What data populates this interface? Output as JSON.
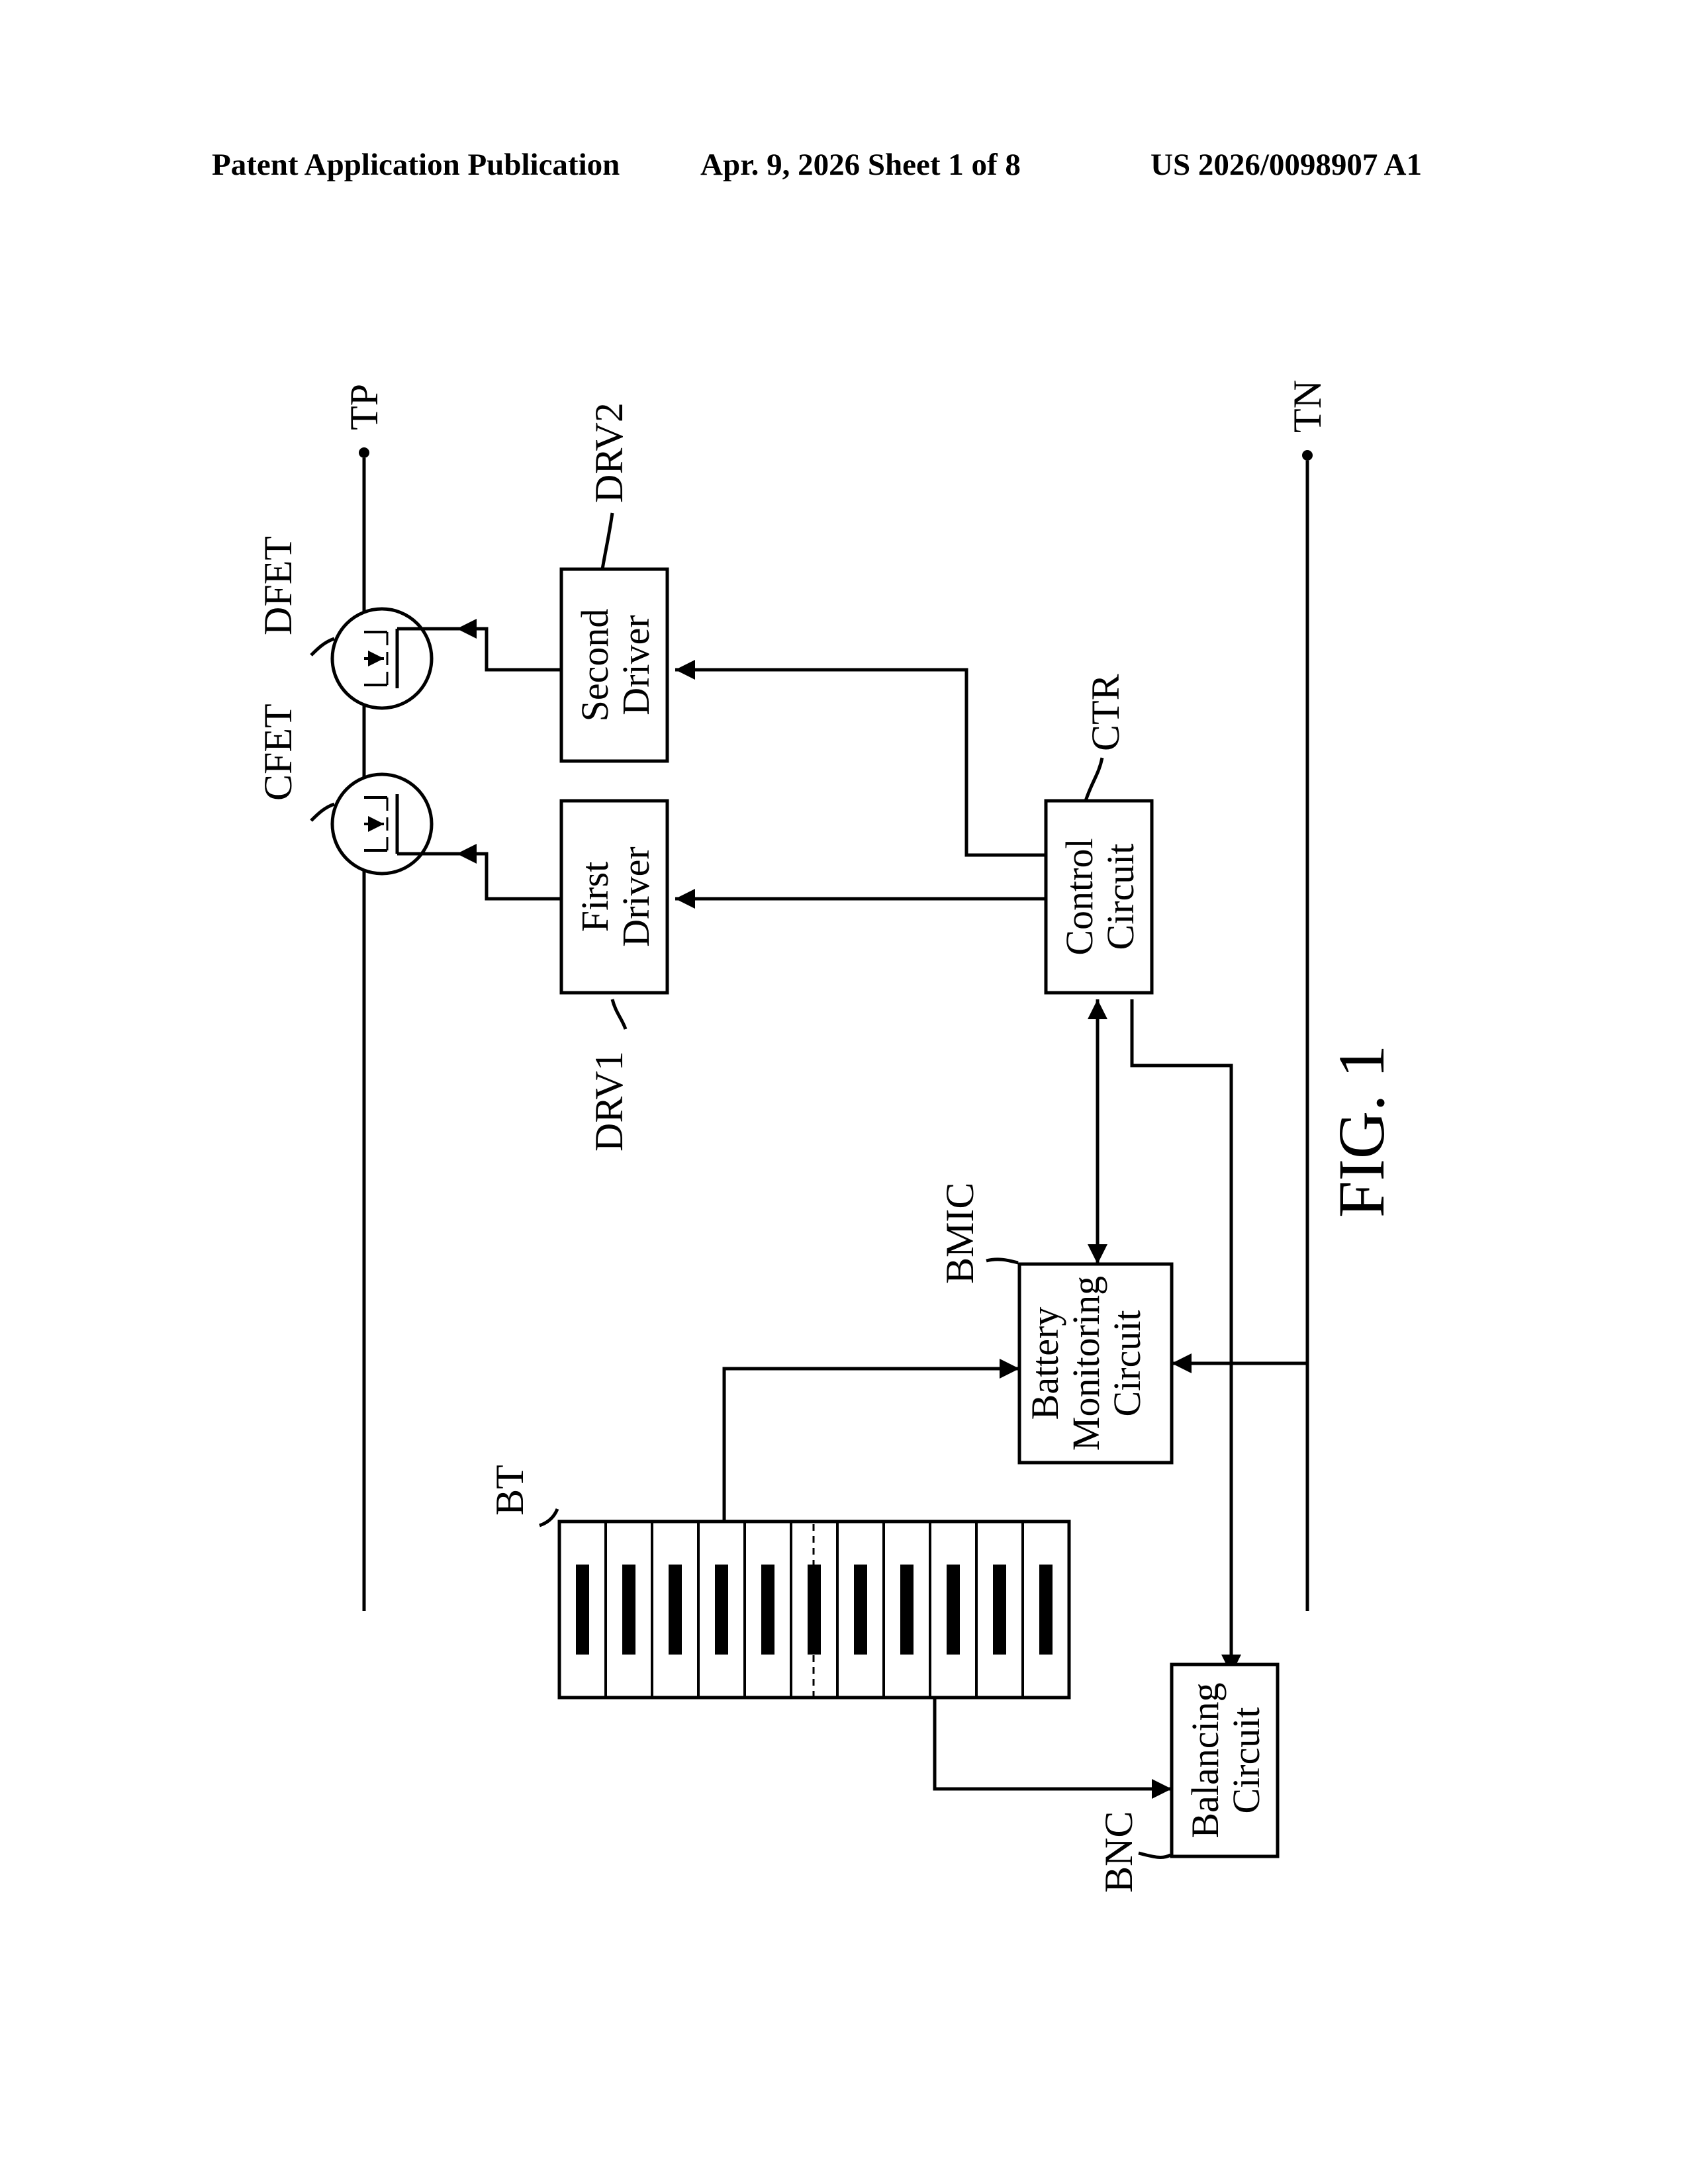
{
  "header": {
    "left": "Patent Application Publication",
    "center": "Apr. 9, 2026   Sheet 1 of 8",
    "right": "US 2026/0098907 A1"
  },
  "figure": {
    "caption": "FIG. 1",
    "terminals": {
      "positive": "TP",
      "negative": "TN"
    },
    "refs": {
      "dfet": "DFET",
      "cfet": "CFET",
      "drv2": "DRV2",
      "drv1": "DRV1",
      "ctr": "CTR",
      "bmic": "BMIC",
      "bt": "BT",
      "bnc": "BNC"
    },
    "blocks": {
      "second_driver": [
        "Second",
        "Driver"
      ],
      "first_driver": [
        "First",
        "Driver"
      ],
      "control_circuit": [
        "Control",
        "Circuit"
      ],
      "battery_monitoring": [
        "Battery",
        "Monitoring",
        "Circuit"
      ],
      "balancing": [
        "Balancing",
        "Circuit"
      ]
    },
    "battery_cells": 11
  }
}
